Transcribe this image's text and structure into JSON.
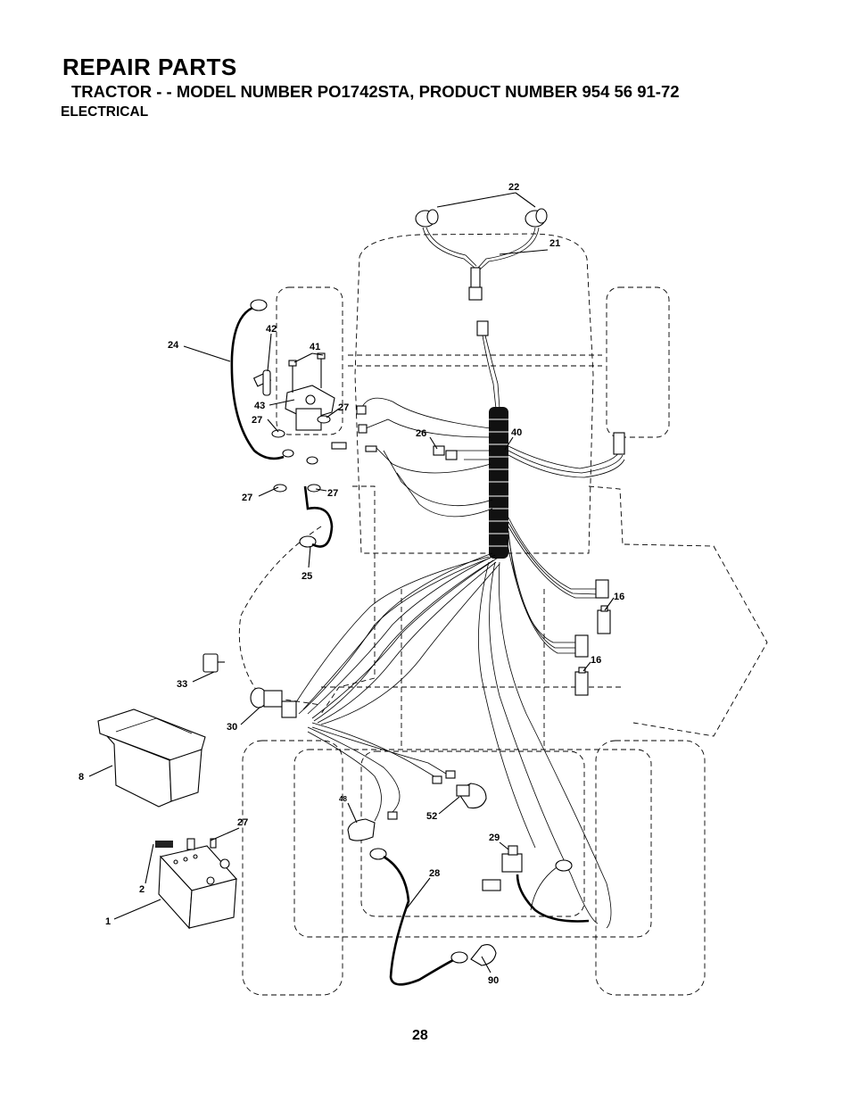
{
  "header": {
    "title": "REPAIR PARTS",
    "subtitle": "TRACTOR - - MODEL NUMBER PO1742STA, PRODUCT NUMBER 954 56 91-72",
    "section": "ELECTRICAL"
  },
  "page_number": "28",
  "callouts": {
    "c22": "22",
    "c21": "21",
    "c24": "24",
    "c42": "42",
    "c41": "41",
    "c43": "43",
    "c27a": "27",
    "c27b": "27",
    "c27c": "27",
    "c27d": "27",
    "c27e": "27",
    "c26": "26",
    "c40": "40",
    "c25": "25",
    "c16a": "16",
    "c16b": "16",
    "c33": "33",
    "c30": "30",
    "c8": "8",
    "c48": "48",
    "c52": "52",
    "c29": "29",
    "c28": "28",
    "c2": "2",
    "c1": "1",
    "c90": "90"
  }
}
